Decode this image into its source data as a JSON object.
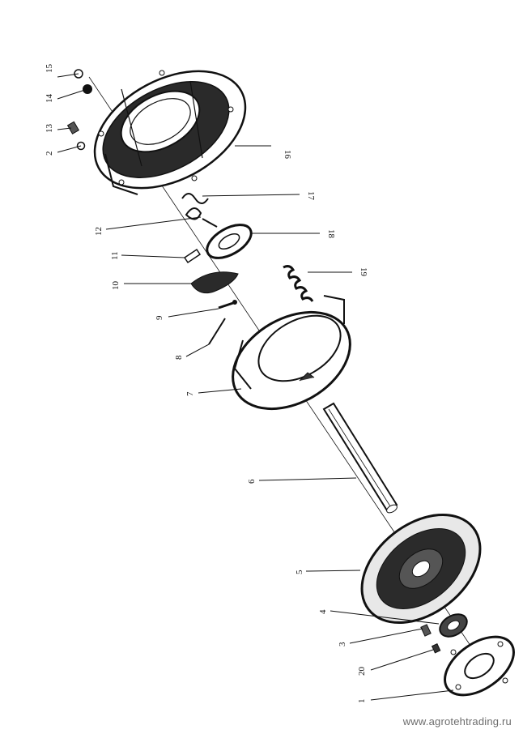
{
  "callouts": [
    {
      "id": "callout-1",
      "label": "1"
    },
    {
      "id": "callout-2",
      "label": "2"
    },
    {
      "id": "callout-3",
      "label": "3"
    },
    {
      "id": "callout-4",
      "label": "4"
    },
    {
      "id": "callout-5",
      "label": "5"
    },
    {
      "id": "callout-6",
      "label": "6"
    },
    {
      "id": "callout-7",
      "label": "7"
    },
    {
      "id": "callout-8",
      "label": "8"
    },
    {
      "id": "callout-9",
      "label": "9"
    },
    {
      "id": "callout-10",
      "label": "10"
    },
    {
      "id": "callout-11",
      "label": "11"
    },
    {
      "id": "callout-12",
      "label": "12"
    },
    {
      "id": "callout-13",
      "label": "13"
    },
    {
      "id": "callout-14",
      "label": "14"
    },
    {
      "id": "callout-15",
      "label": "15"
    },
    {
      "id": "callout-16",
      "label": "16"
    },
    {
      "id": "callout-17",
      "label": "17"
    },
    {
      "id": "callout-18",
      "label": "18"
    },
    {
      "id": "callout-19",
      "label": "19"
    },
    {
      "id": "callout-20",
      "label": "20"
    }
  ],
  "watermark": "www.agrotehtrading.ru"
}
